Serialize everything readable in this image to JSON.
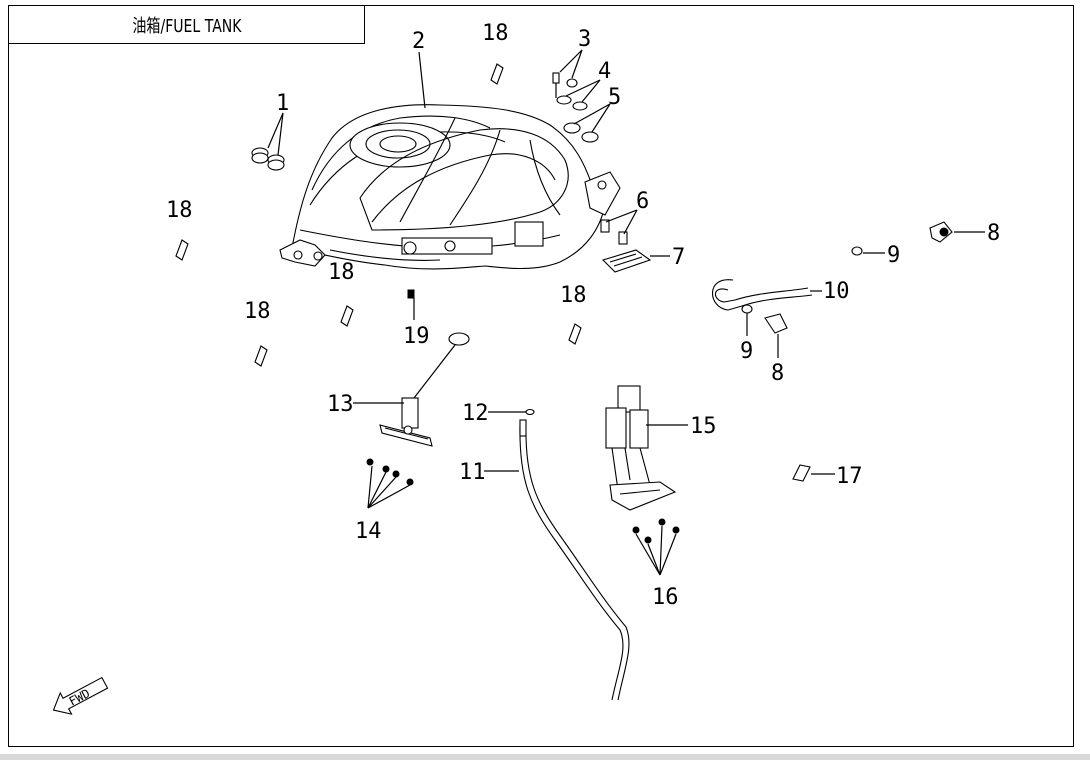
{
  "title": "油箱/FUEL TANK",
  "fwd_label": "FWD",
  "callouts": {
    "c1": "1",
    "c2": "2",
    "c3": "3",
    "c4": "4",
    "c5": "5",
    "c6": "6",
    "c7": "7",
    "c8a": "8",
    "c8b": "8",
    "c9a": "9",
    "c9b": "9",
    "c10": "10",
    "c11": "11",
    "c12": "12",
    "c13": "13",
    "c14": "14",
    "c15": "15",
    "c16": "16",
    "c17": "17",
    "c18a": "18",
    "c18b": "18",
    "c18c": "18",
    "c18d": "18",
    "c18e": "18",
    "c19": "19"
  }
}
